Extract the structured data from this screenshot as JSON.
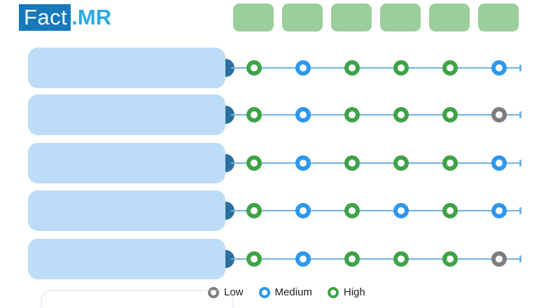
{
  "logo": {
    "fact": "Fact",
    "suffix": ".MR"
  },
  "header_boxes": [
    {
      "label": ""
    },
    {
      "label": ""
    },
    {
      "label": ""
    },
    {
      "label": ""
    },
    {
      "label": ""
    },
    {
      "label": ""
    }
  ],
  "rows": [
    {
      "label": "",
      "ratings": [
        "high",
        "medium",
        "high",
        "high",
        "high",
        "medium"
      ]
    },
    {
      "label": "",
      "ratings": [
        "high",
        "medium",
        "high",
        "high",
        "high",
        "low"
      ]
    },
    {
      "label": "",
      "ratings": [
        "high",
        "medium",
        "high",
        "high",
        "high",
        "medium"
      ]
    },
    {
      "label": "",
      "ratings": [
        "high",
        "medium",
        "high",
        "medium",
        "high",
        "medium"
      ]
    },
    {
      "label": "",
      "ratings": [
        "high",
        "medium",
        "high",
        "high",
        "high",
        "low"
      ]
    }
  ],
  "legend": [
    {
      "label": "Low",
      "level": "low"
    },
    {
      "label": "Medium",
      "level": "medium"
    },
    {
      "label": "High",
      "level": "high"
    }
  ],
  "colors": {
    "high": "#3EA346",
    "medium": "#2D97EE",
    "low": "#7D7D7D",
    "line": "#6FB3E3",
    "connector": "#2D709F",
    "row_box": "#BDDCF7",
    "header_box": "#9ACE9A",
    "logo_bg": "#1878B9",
    "logo_suffix": "#29ABE2"
  },
  "chart_data": {
    "type": "table",
    "title": "",
    "description": "Rating matrix infographic: 5 unlabeled row categories (blank blue boxes) scored across 6 unlabeled columns (blank green header boxes) using Low / Medium / High ring markers on horizontal timelines",
    "columns": [
      "",
      "",
      "",
      "",
      "",
      ""
    ],
    "rows": [
      [
        "High",
        "Medium",
        "High",
        "High",
        "High",
        "Medium"
      ],
      [
        "High",
        "Medium",
        "High",
        "High",
        "High",
        "Low"
      ],
      [
        "High",
        "Medium",
        "High",
        "High",
        "High",
        "Medium"
      ],
      [
        "High",
        "Medium",
        "High",
        "Medium",
        "High",
        "Medium"
      ],
      [
        "High",
        "Medium",
        "High",
        "High",
        "High",
        "Low"
      ]
    ],
    "legend_entries": [
      "Low",
      "Medium",
      "High"
    ],
    "legend_position": "bottom-center",
    "value_colors": {
      "Low": "#7D7D7D",
      "Medium": "#2D97EE",
      "High": "#3EA346"
    },
    "grid": false
  }
}
